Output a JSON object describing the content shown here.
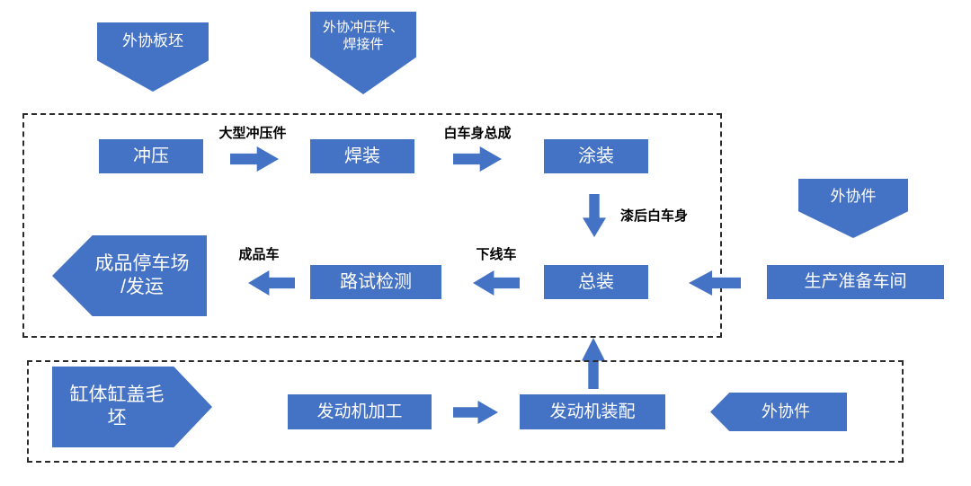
{
  "colors": {
    "shape_fill": "#4472C4",
    "shape_text": "#FFFFFF",
    "label_text": "#000000",
    "boundary": "#2B2B2B"
  },
  "inputs": {
    "slab": {
      "label": "外协板坯"
    },
    "stamp_weld": {
      "lines": [
        "外协冲压件、",
        "焊接件"
      ]
    },
    "outsourced_vehicle": {
      "label": "外协件"
    },
    "outsourced_engine": {
      "label": "外协件"
    }
  },
  "vehicle_flow": {
    "stamping": "冲压",
    "arrow_stamping_label": "大型冲压件",
    "welding": "焊装",
    "arrow_welding_label": "白车身总成",
    "painting": "涂装",
    "arrow_painting_label": "漆后白车身",
    "assembly": "总装",
    "arrow_assembly_label": "下线车",
    "road_test": "路试检测",
    "arrow_roadtest_label": "成品车",
    "parking": {
      "lines": [
        "成品停车场",
        "/发运"
      ]
    },
    "prep_workshop": "生产准备车间"
  },
  "engine_flow": {
    "blank": {
      "lines": [
        "缸体缸盖毛",
        "坯"
      ]
    },
    "machining": "发动机加工",
    "assembly": "发动机装配"
  }
}
